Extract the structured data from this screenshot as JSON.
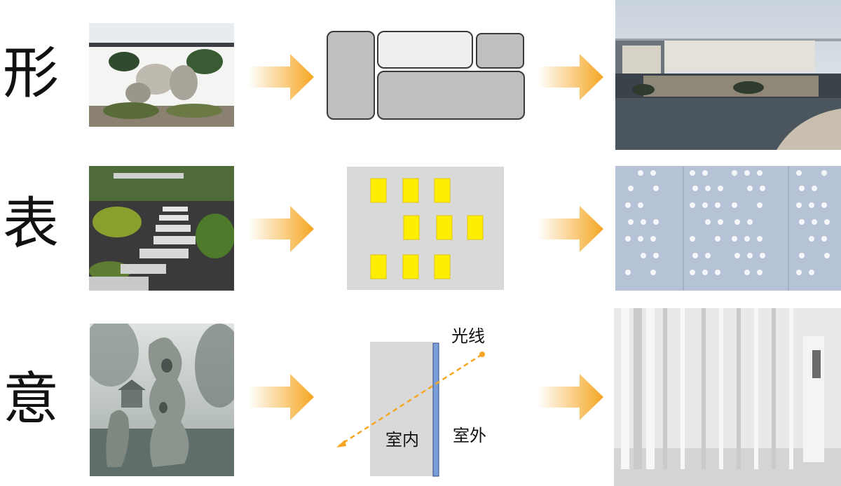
{
  "rows": [
    {
      "char": "形"
    },
    {
      "char": "表"
    },
    {
      "char": "意"
    }
  ],
  "light_diagram": {
    "light_label": "光线",
    "indoor_label": "室内",
    "outdoor_label": "室外"
  },
  "colors": {
    "arrow_orange": "#f5a623",
    "block_gray": "#bfbfbf",
    "block_light": "#efefef",
    "panel_gray": "#d9d9d9",
    "window_yellow": "#ffee00",
    "glass_blue": "#7a9ed8"
  },
  "icons": [
    "right-arrow-icon",
    "right-arrow-icon",
    "right-arrow-icon"
  ]
}
